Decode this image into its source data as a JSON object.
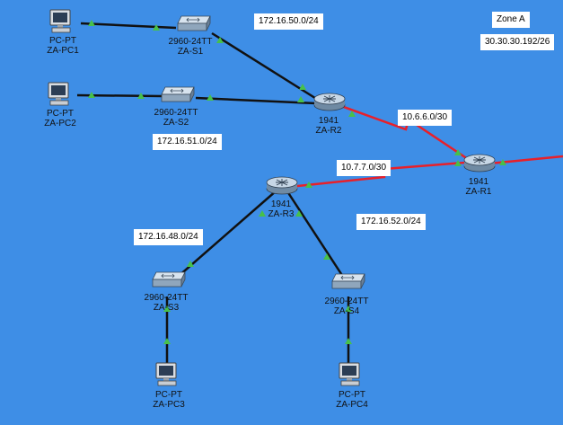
{
  "zone": {
    "title": "Zone A",
    "network": "30.30.30.192/26"
  },
  "networks": {
    "n50": "172.16.50.0/24",
    "n51": "172.16.51.0/24",
    "n52": "172.16.52.0/24",
    "n48": "172.16.48.0/24",
    "l66": "10.6.6.0/30",
    "l77": "10.7.7.0/30"
  },
  "devices": {
    "pc1": {
      "model": "PC-PT",
      "name": "ZA-PC1"
    },
    "pc2": {
      "model": "PC-PT",
      "name": "ZA-PC2"
    },
    "pc3": {
      "model": "PC-PT",
      "name": "ZA-PC3"
    },
    "pc4": {
      "model": "PC-PT",
      "name": "ZA-PC4"
    },
    "s1": {
      "model": "2960-24TT",
      "name": "ZA-S1"
    },
    "s2": {
      "model": "2960-24TT",
      "name": "ZA-S2"
    },
    "s3": {
      "model": "2960-24TT",
      "name": "ZA-S3"
    },
    "s4": {
      "model": "2960-24TT",
      "name": "ZA-S4"
    },
    "r1": {
      "model": "1941",
      "name": "ZA-R1"
    },
    "r2": {
      "model": "1941",
      "name": "ZA-R2"
    },
    "r3": {
      "model": "1941",
      "name": "ZA-R3"
    }
  },
  "colors": {
    "background": "#3e8ee6",
    "serial_link": "#e8202a",
    "ethernet_link": "#111111",
    "link_up": "#47c04a"
  }
}
